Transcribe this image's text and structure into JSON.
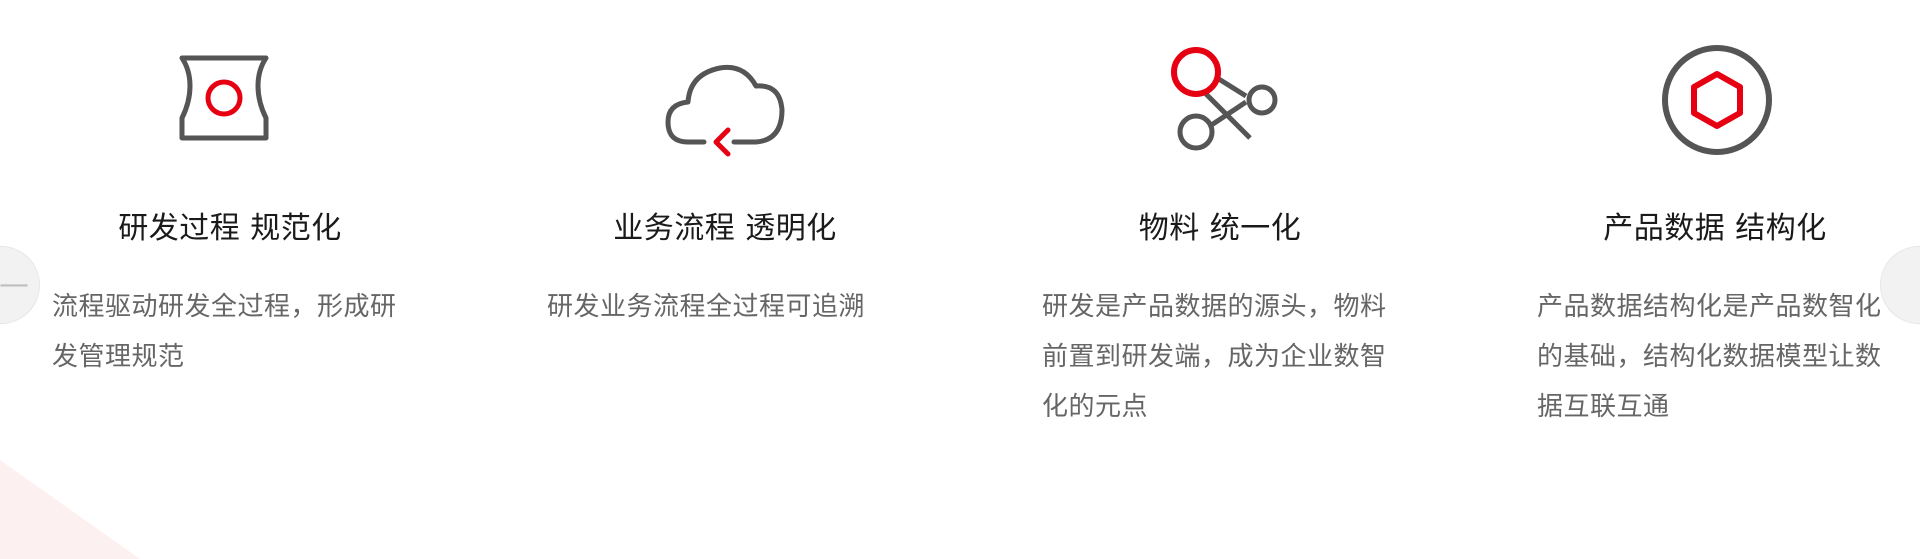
{
  "colors": {
    "accent": "#e60012",
    "icon_gray": "#555555",
    "title": "#1a1a1a",
    "desc": "#666666"
  },
  "carousel": {
    "prev_icon": "minus-icon",
    "prev_glyph": "—",
    "next_icon": "chevron-right-icon",
    "next_glyph": ""
  },
  "features": [
    {
      "icon": "ticket-circle-icon",
      "title": "研发过程 规范化",
      "desc": "流程驱动研发全过程，形成研\n发管理规范"
    },
    {
      "icon": "cloud-return-icon",
      "title": "业务流程 透明化",
      "desc": "研发业务流程全过程可追溯"
    },
    {
      "icon": "share-nodes-icon",
      "title": "物料 统一化",
      "desc": "研发是产品数据的源头，物料\n前置到研发端，成为企业数智\n化的元点"
    },
    {
      "icon": "hexagon-circle-icon",
      "title": "产品数据 结构化",
      "desc": "产品数据结构化是产品数智化\n的基础，结构化数据模型让数\n据互联互通"
    }
  ]
}
